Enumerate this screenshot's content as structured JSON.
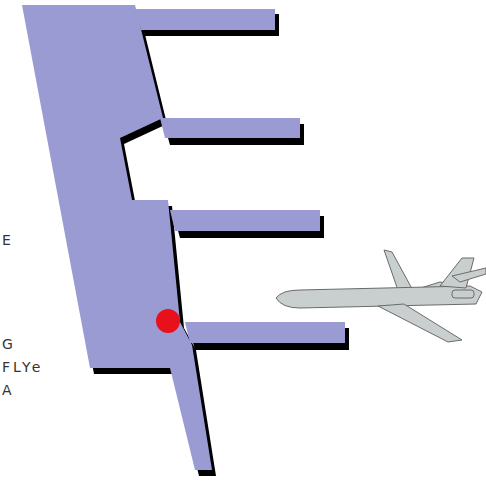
{
  "diagram": {
    "labels": [
      "E",
      "G",
      "FLYe",
      "A"
    ]
  }
}
